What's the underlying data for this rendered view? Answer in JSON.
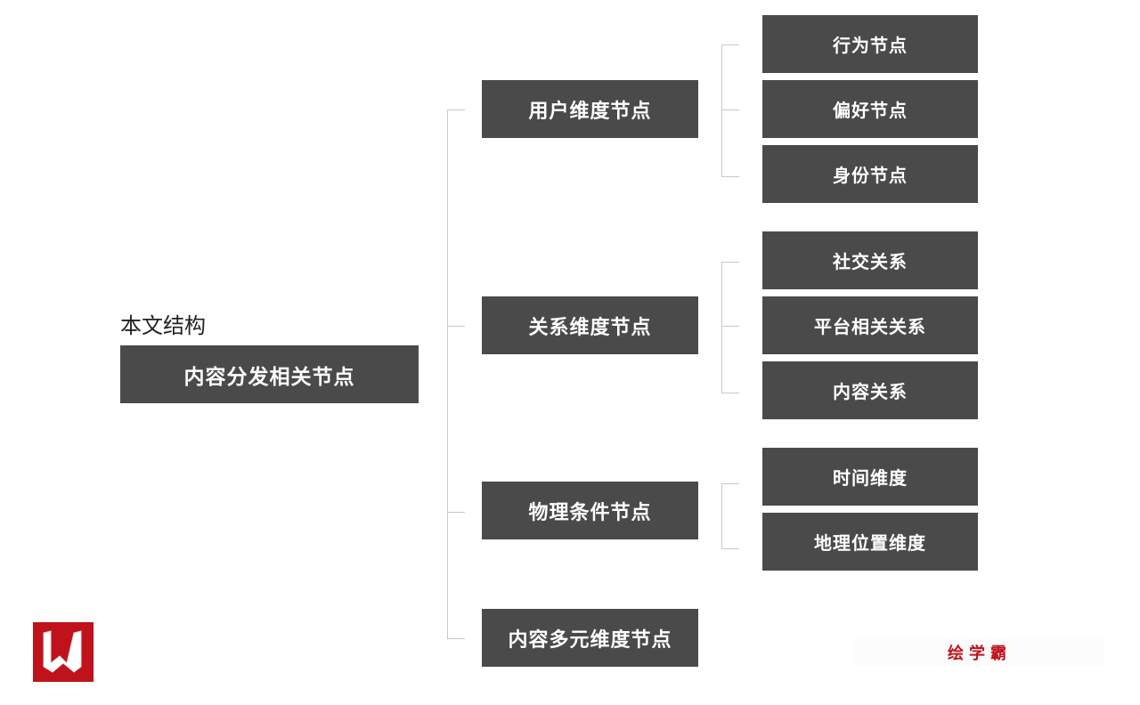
{
  "title": "本文结构",
  "root": "内容分发相关节点",
  "groups": [
    {
      "label": "用户维度节点",
      "children": [
        "行为节点",
        "偏好节点",
        "身份节点"
      ]
    },
    {
      "label": "关系维度节点",
      "children": [
        "社交关系",
        "平台相关关系",
        "内容关系"
      ]
    },
    {
      "label": "物理条件节点",
      "children": [
        "时间维度",
        "地理位置维度"
      ]
    },
    {
      "label": "内容多元维度节点",
      "children": []
    }
  ],
  "watermark": "绘学霸",
  "logo_text": "W",
  "colors": {
    "box": "#4a4a4a",
    "brand": "#c0121b"
  }
}
